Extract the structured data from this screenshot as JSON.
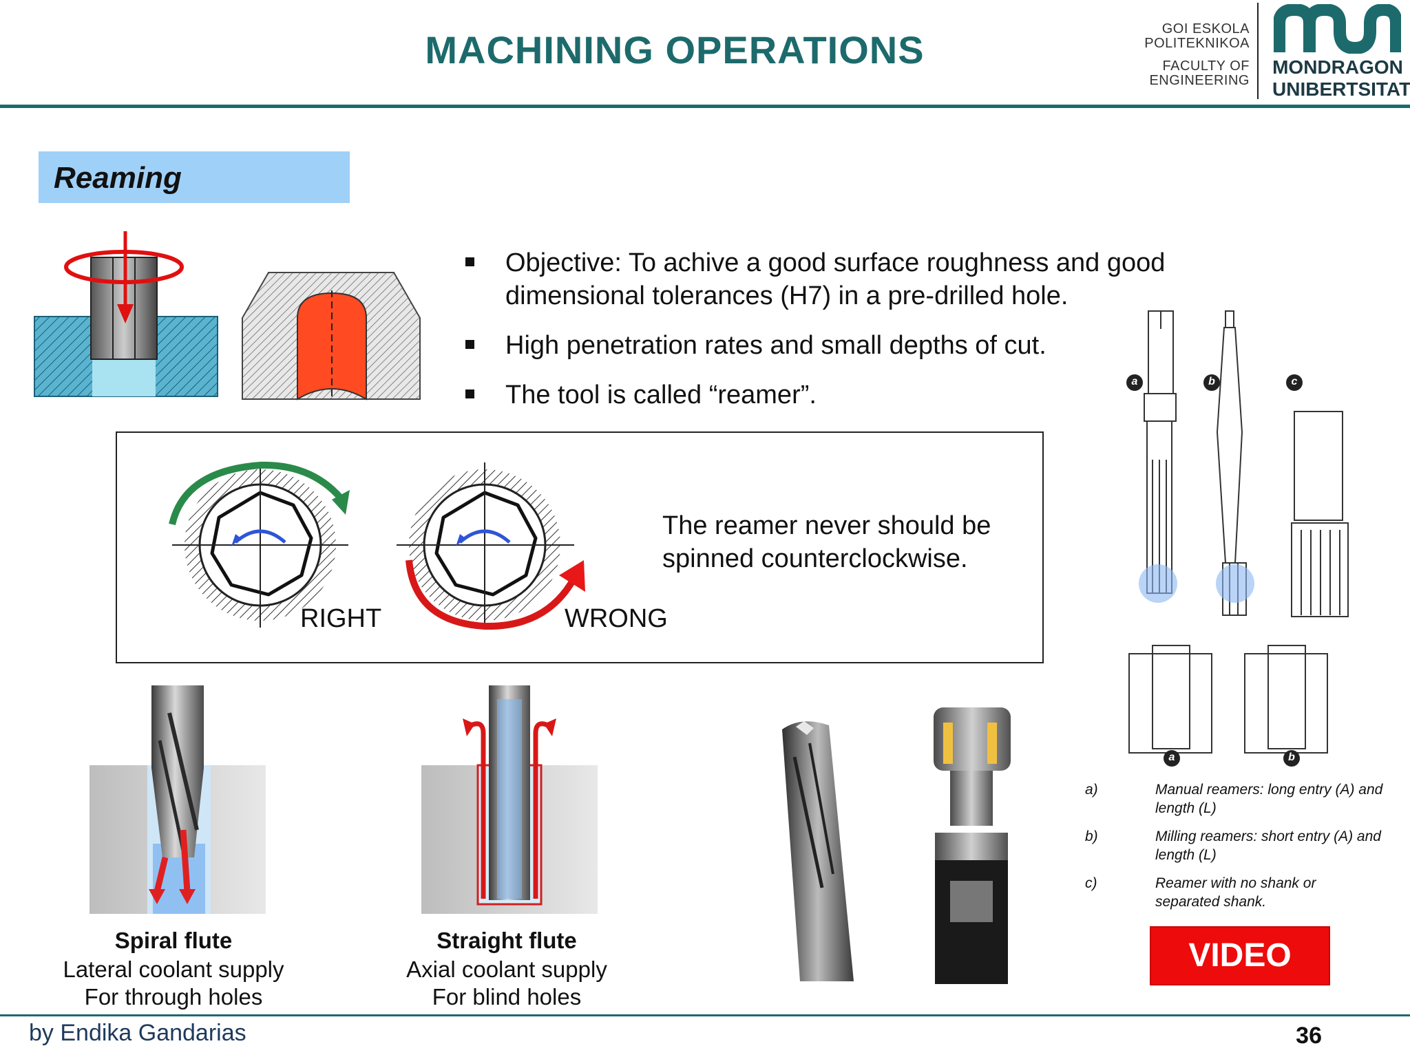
{
  "header": {
    "title": "MACHINING OPERATIONS",
    "logo_small_lines": [
      "GOI ESKOLA",
      "POLITEKNIKOA",
      "FACULTY OF",
      "ENGINEERING"
    ],
    "logo_big_lines": [
      "MONDRAGON",
      "UNIBERTSITATEA"
    ]
  },
  "section": {
    "title": "Reaming"
  },
  "bullets": [
    "Objective: To achive a good surface roughness and good dimensional tolerances (H7) in a pre-drilled hole.",
    "High penetration rates and small depths of cut.",
    "The tool is called “reamer”."
  ],
  "rotation_box": {
    "right_label": "RIGHT",
    "wrong_label": "WRONG",
    "note": "The reamer never should be spinned counterclockwise."
  },
  "flute_types": [
    {
      "name": "Spiral flute",
      "coolant": "Lateral coolant supply",
      "use": "For through holes"
    },
    {
      "name": "Straight flute",
      "coolant": "Axial coolant supply",
      "use": "For blind holes"
    }
  ],
  "reamer_types": [
    {
      "key": "a)",
      "text": "Manual reamers: long entry (A) and length (L)"
    },
    {
      "key": "b)",
      "text": "Milling reamers: short entry (A) and length (L)"
    },
    {
      "key": "c)",
      "text": "Reamer with no shank or separated shank."
    }
  ],
  "diagram_badges": [
    "a",
    "b",
    "c"
  ],
  "video_button": "VIDEO",
  "footer": {
    "author": "by Endika Gandarias",
    "page": "36"
  },
  "colors": {
    "accent": "#1d6a6c",
    "section_bg": "#9fd0f8",
    "video_bg": "#ee0b0b"
  }
}
